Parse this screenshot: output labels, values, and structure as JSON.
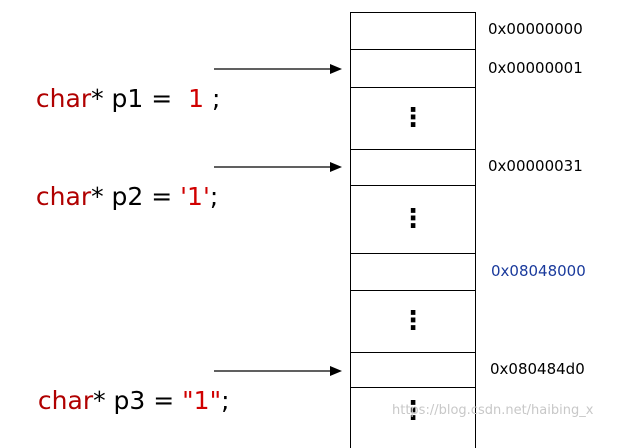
{
  "statements": [
    {
      "type": "char",
      "star": "*",
      "name": " p1 = ",
      "value": " 1 ",
      "end": ";"
    },
    {
      "type": "char",
      "star": "*",
      "name": " p2 = ",
      "value": "'1'",
      "end": ";"
    },
    {
      "type": "char",
      "star": "*",
      "name": " p3 = ",
      "value": "\"1\"",
      "end": ";"
    }
  ],
  "ellipsis": "⋮",
  "addresses": [
    {
      "text": "0x00000000",
      "color": "#000000"
    },
    {
      "text": "0x00000001",
      "color": "#000000"
    },
    {
      "text": "0x00000031",
      "color": "#000000"
    },
    {
      "text": "0x08048000",
      "color": "#1a3a9c"
    },
    {
      "text": "0x080484d0",
      "color": "#000000"
    }
  ],
  "watermark": "https://blog.csdn.net/haibing_x",
  "colors": {
    "keyword": "#b00000",
    "value": "#d00000",
    "highlight_address": "#1a3a9c"
  }
}
